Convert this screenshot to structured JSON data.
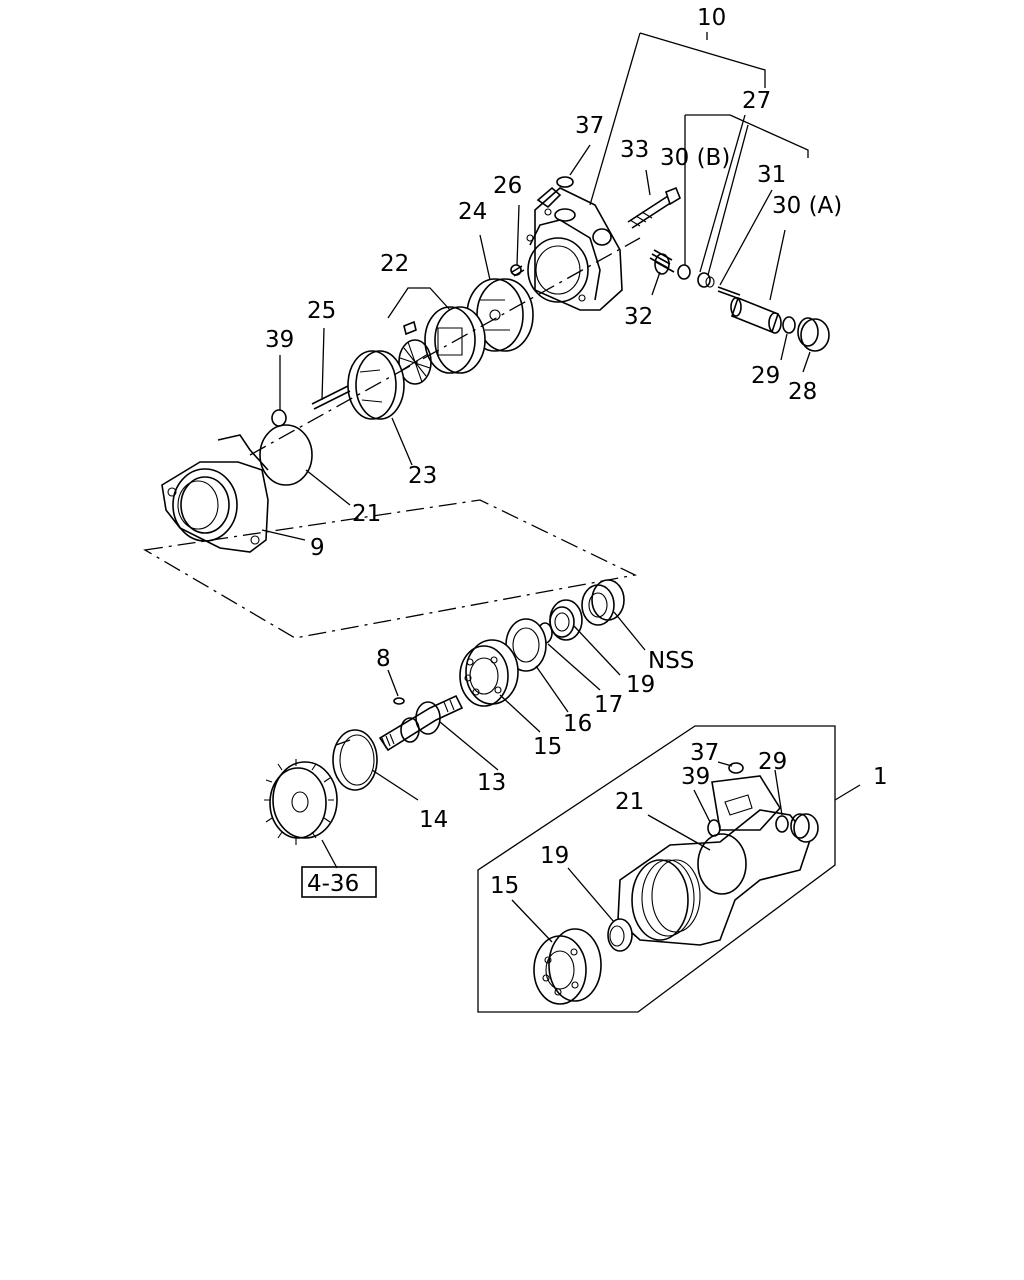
{
  "callouts": [
    {
      "id": "c10",
      "label": "10"
    },
    {
      "id": "c27",
      "label": "27"
    },
    {
      "id": "c37a",
      "label": "37"
    },
    {
      "id": "c33",
      "label": "33"
    },
    {
      "id": "c30b",
      "label": "30 (B)"
    },
    {
      "id": "c31",
      "label": "31"
    },
    {
      "id": "c30a",
      "label": "30 (A)"
    },
    {
      "id": "c26",
      "label": "26"
    },
    {
      "id": "c24",
      "label": "24"
    },
    {
      "id": "c22",
      "label": "22"
    },
    {
      "id": "c25",
      "label": "25"
    },
    {
      "id": "c39a",
      "label": "39"
    },
    {
      "id": "c32",
      "label": "32"
    },
    {
      "id": "c29a",
      "label": "29"
    },
    {
      "id": "c28",
      "label": "28"
    },
    {
      "id": "c23",
      "label": "23"
    },
    {
      "id": "c21a",
      "label": "21"
    },
    {
      "id": "c9",
      "label": "9"
    },
    {
      "id": "cnss",
      "label": "NSS"
    },
    {
      "id": "c19a",
      "label": "19"
    },
    {
      "id": "c17",
      "label": "17"
    },
    {
      "id": "c16",
      "label": "16"
    },
    {
      "id": "c15a",
      "label": "15"
    },
    {
      "id": "c8",
      "label": "8"
    },
    {
      "id": "c13",
      "label": "13"
    },
    {
      "id": "c14",
      "label": "14"
    },
    {
      "id": "c1",
      "label": "1"
    },
    {
      "id": "c37b",
      "label": "37"
    },
    {
      "id": "c29b",
      "label": "29"
    },
    {
      "id": "c39b",
      "label": "39"
    },
    {
      "id": "c21b",
      "label": "21"
    },
    {
      "id": "c19b",
      "label": "19"
    },
    {
      "id": "c15b",
      "label": "15"
    }
  ],
  "reference_box": {
    "label": "4-36"
  }
}
